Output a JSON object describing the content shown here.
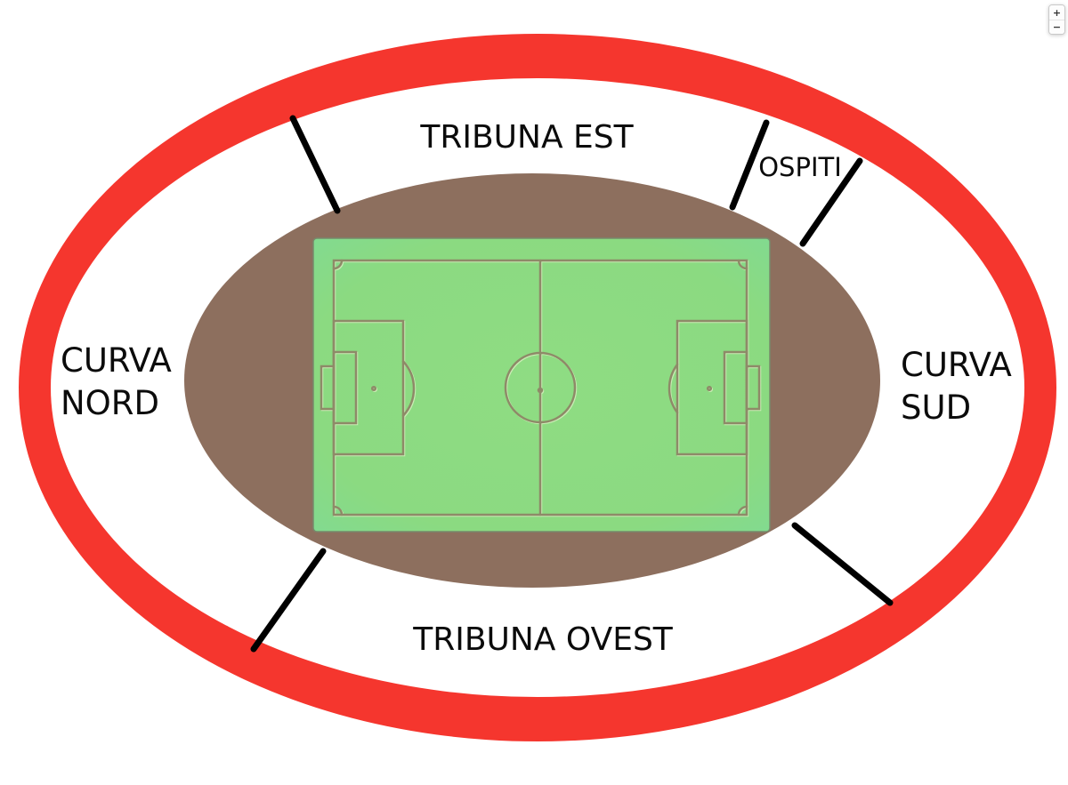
{
  "map": {
    "title": "stadium-sections-map",
    "sections": {
      "tribuna_est": "TRIBUNA EST",
      "ospiti": "OSPITI",
      "curva_nord": [
        "CURVA",
        "NORD"
      ],
      "curva_sud": [
        "CURVA",
        "SUD"
      ],
      "tribuna_ovest": "TRIBUNA OVEST"
    },
    "colors": {
      "ring_red": "#f5362e",
      "infield_white": "#ffffff",
      "inner_brown": "#8d6f5e",
      "pitch_green": "#8dda81",
      "pitch_line": "#8e8a68",
      "pitch_line_highlight": "#c9ecb4",
      "divider_black": "#000000",
      "label_black": "#0b0b0b"
    }
  },
  "zoom_control": {
    "zoom_in": "+",
    "zoom_out": "−"
  }
}
